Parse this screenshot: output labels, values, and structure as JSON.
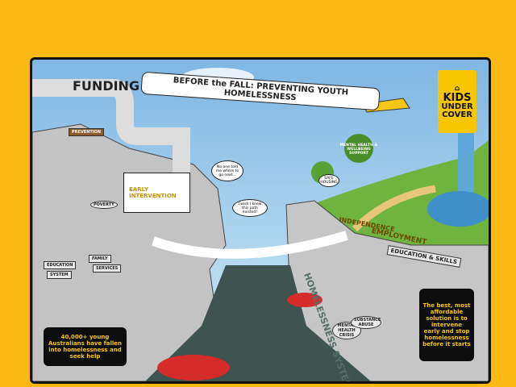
{
  "title": "BEFORE the FALL: PREVENTING YOUTH HOMELESSNESS",
  "logo": {
    "line1": "KIDS",
    "line2": "UNDER",
    "line3": "COVER"
  },
  "pipe_label": "FUNDING",
  "arrow_label": {
    "line1": "EARLY",
    "line2": "INTERVENTION"
  },
  "signs": {
    "prevention": "PREVENTION",
    "poverty": "POVERTY",
    "education_system": {
      "a": "EDUCATION",
      "b": "SYSTEM"
    },
    "family_services": {
      "a": "FAMILY",
      "b": "SERVICES"
    },
    "mental_health": "MENTAL HEALTH & WELLBEING SUPPORT",
    "employment": "EMPLOYMENT",
    "education_skills": "EDUCATION & SKILLS",
    "independence": "INDEPENDENCE",
    "rock_mental": "MENTAL HEALTH CRISIS",
    "rock_substance": "SUBSTANCE ABUSE",
    "river": "HOMELESSNESS SYSTEM"
  },
  "bubbles": {
    "no_one": "No one told me where to go next...",
    "wish": "I wish I knew this path existed!",
    "safe": "SAFE HOUSING"
  },
  "left_box": "40,000+ young Australians have fallen into homelessness and seek help",
  "right_box": "The best, most affordable solution is to intervene early and stop homelessness before it starts",
  "colors": {
    "background": "#FDB913",
    "logo": "#F7C600",
    "box_text": "#F7C600"
  }
}
